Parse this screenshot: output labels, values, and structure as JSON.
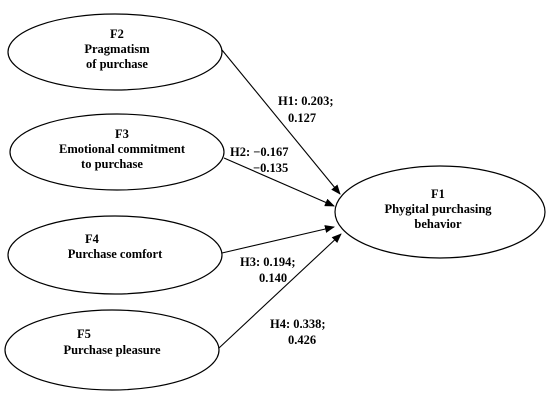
{
  "nodes": [
    {
      "id": "F2",
      "code": "F2",
      "lines": [
        "Pragmatism",
        "of purchase"
      ]
    },
    {
      "id": "F3",
      "code": "F3",
      "lines": [
        "Emotional commitment",
        "to purchase"
      ]
    },
    {
      "id": "F4",
      "code": "F4",
      "lines": [
        "Purchase comfort"
      ]
    },
    {
      "id": "F5",
      "code": "F5",
      "lines": [
        "Purchase pleasure"
      ]
    },
    {
      "id": "F1",
      "code": "F1",
      "lines": [
        "Phygital purchasing",
        "behavior"
      ]
    }
  ],
  "edges": [
    {
      "id": "H1",
      "from": "F2",
      "to": "F1",
      "label": [
        "H1: 0.203;",
        "0.127"
      ]
    },
    {
      "id": "H2",
      "from": "F3",
      "to": "F1",
      "label": [
        "H2: −0.167",
        "−0.135"
      ]
    },
    {
      "id": "H3",
      "from": "F4",
      "to": "F1",
      "label": [
        "H3: 0.194;",
        "0.140"
      ]
    },
    {
      "id": "H4",
      "from": "F5",
      "to": "F1",
      "label": [
        "H4: 0.338;",
        "0.426"
      ]
    }
  ]
}
